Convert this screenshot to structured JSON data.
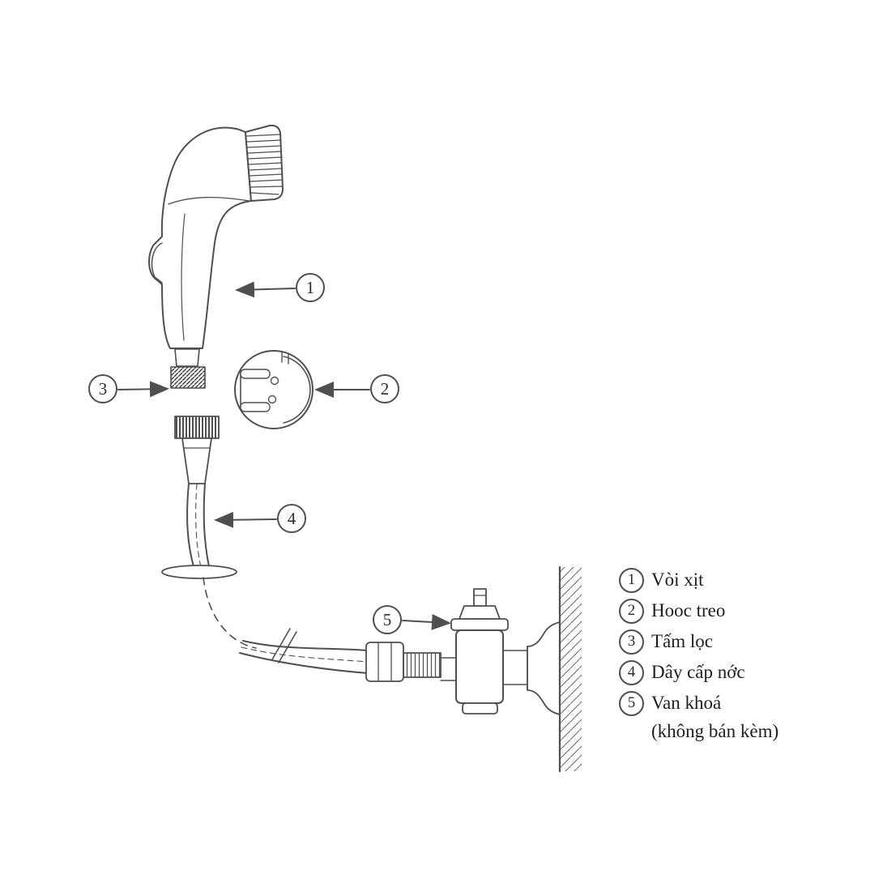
{
  "diagram": {
    "type": "parts-assembly-diagram",
    "legend": {
      "items": [
        {
          "num": "1",
          "label": "Vòi xịt"
        },
        {
          "num": "2",
          "label": "Hooc treo"
        },
        {
          "num": "3",
          "label": "Tấm lọc"
        },
        {
          "num": "4",
          "label": "Dây cấp nớc"
        },
        {
          "num": "5",
          "label": "Van khoá",
          "note": "(không bán kèm)"
        }
      ]
    },
    "colors": {
      "line": "#4f4f4f",
      "text": "#1e1e1e",
      "background": "#ffffff"
    }
  }
}
